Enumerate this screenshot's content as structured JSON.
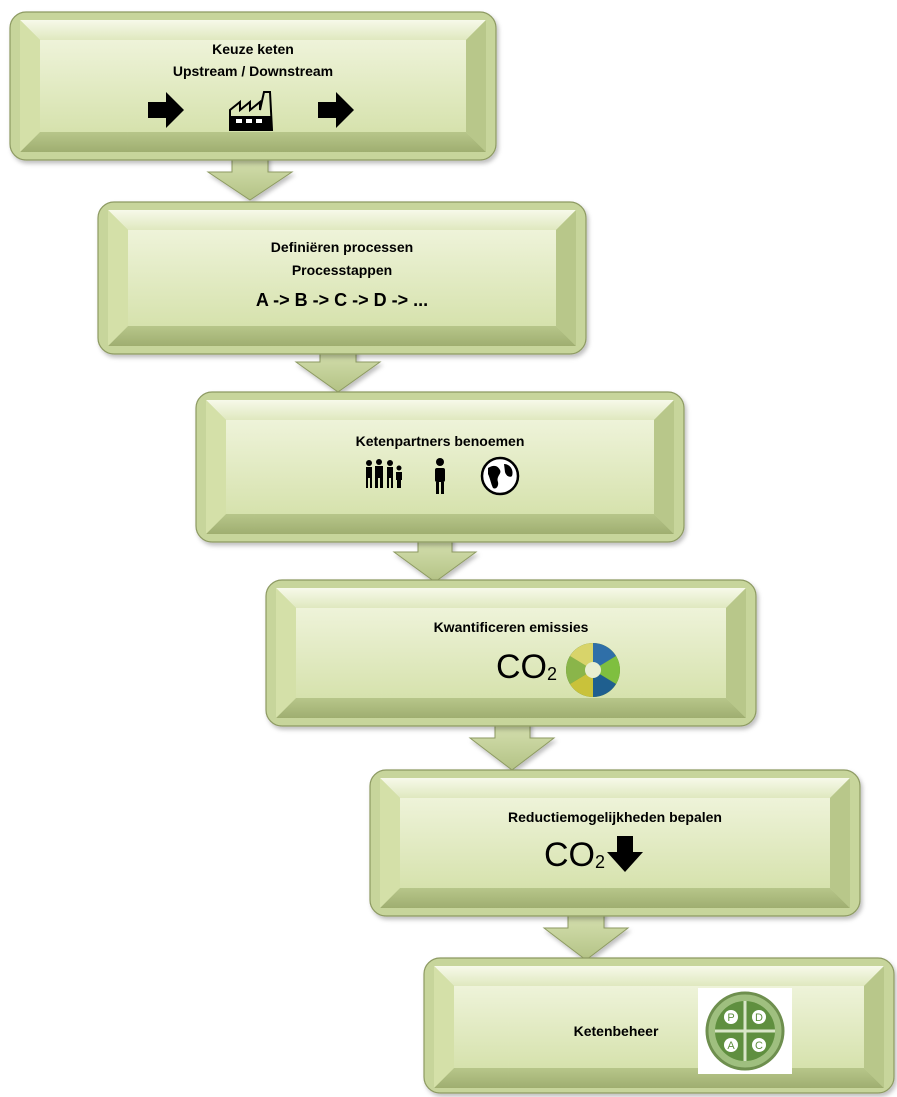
{
  "steps": [
    {
      "title": "Keuze keten",
      "subtitle": "Upstream / Downstream",
      "icons": [
        "right-arrow-icon",
        "factory-icon",
        "right-arrow-icon"
      ]
    },
    {
      "title": "Definiëren processen",
      "subtitle": "Processtappen",
      "line": "A -> B -> C -> D -> ..."
    },
    {
      "title": "Ketenpartners benoemen",
      "icons": [
        "group-people-icon",
        "person-icon",
        "globe-icon"
      ]
    },
    {
      "title": "Kwantificeren emissies",
      "co2": "CO",
      "co2_sub": "2",
      "icons": [
        "recycling-circle-icon"
      ]
    },
    {
      "title": "Reductiemogelijkheden bepalen",
      "co2": "CO",
      "co2_sub": "2",
      "icons": [
        "down-arrow-icon"
      ]
    },
    {
      "title": "Ketenbeheer",
      "icons": [
        "pdca-cycle-icon"
      ],
      "pdca": [
        "P",
        "D",
        "A",
        "C"
      ]
    }
  ],
  "colors": {
    "box_fill": "#dfe8bf",
    "box_edge": "#b9c98b",
    "box_dark": "#8d9a62"
  }
}
